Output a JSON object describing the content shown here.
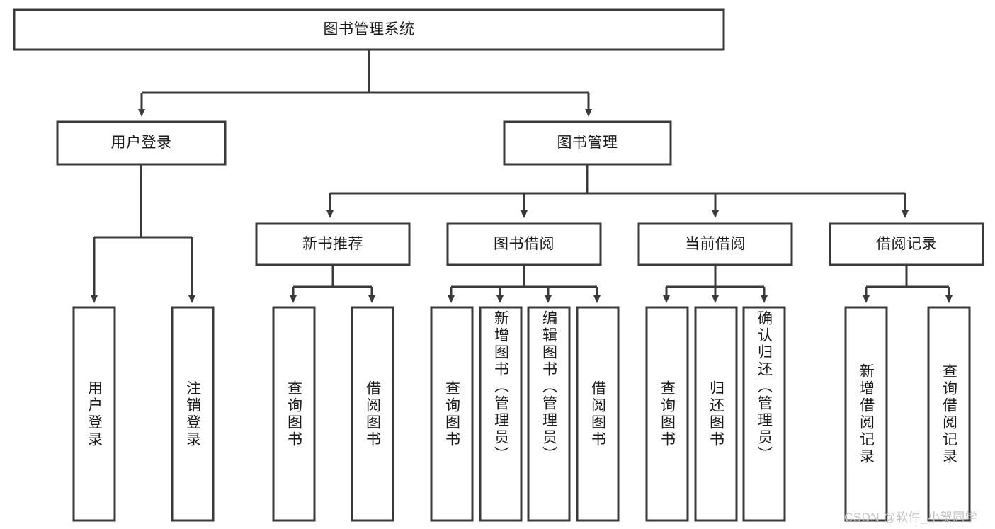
{
  "diagram": {
    "type": "tree-hierarchy-chart",
    "title": "图书管理系统",
    "watermark": "CSDN @软件_小贺同学",
    "colors": {
      "stroke": "#3a3a3a",
      "fill": "#ffffff",
      "text": "#1a1a1a",
      "watermark": "#c4c4c4",
      "background": "#ffffff"
    },
    "nodes": {
      "root": {
        "label": "图书管理系统"
      },
      "level2": [
        {
          "id": "user-login",
          "label": "用户登录"
        },
        {
          "id": "book-manage",
          "label": "图书管理"
        }
      ],
      "level3": [
        {
          "id": "new-book-recommend",
          "label": "新书推荐"
        },
        {
          "id": "book-borrow",
          "label": "图书借阅"
        },
        {
          "id": "current-borrow",
          "label": "当前借阅"
        },
        {
          "id": "borrow-record",
          "label": "借阅记录"
        }
      ],
      "leaves": {
        "user-login": [
          {
            "id": "leaf-user-login",
            "label": "用户登录"
          },
          {
            "id": "leaf-logout-login",
            "label": "注销登录"
          }
        ],
        "new-book-recommend": [
          {
            "id": "leaf-query-book-1",
            "label": "查询图书"
          },
          {
            "id": "leaf-borrow-book-1",
            "label": "借阅图书"
          }
        ],
        "book-borrow": [
          {
            "id": "leaf-query-book-2",
            "label": "查询图书"
          },
          {
            "id": "leaf-add-book",
            "label": "新增图书（管理员）"
          },
          {
            "id": "leaf-edit-book",
            "label": "编辑图书（管理员）"
          },
          {
            "id": "leaf-borrow-book-2",
            "label": "借阅图书"
          }
        ],
        "current-borrow": [
          {
            "id": "leaf-query-book-3",
            "label": "查询图书"
          },
          {
            "id": "leaf-return-book",
            "label": "归还图书"
          },
          {
            "id": "leaf-confirm-return",
            "label": "确认归还（管理员）"
          }
        ],
        "borrow-record": [
          {
            "id": "leaf-add-record",
            "label": "新增借阅记录"
          },
          {
            "id": "leaf-query-record",
            "label": "查询借阅记录"
          }
        ]
      }
    }
  }
}
